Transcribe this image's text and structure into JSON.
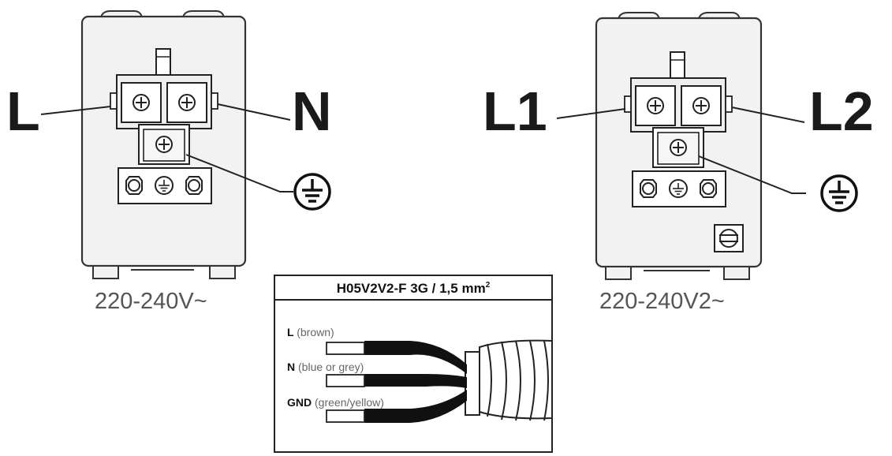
{
  "left_block": {
    "label_left": "L",
    "label_right": "N",
    "voltage": "220-240V~"
  },
  "right_block": {
    "label_left": "L1",
    "label_right": "L2",
    "voltage": "220-240V2~"
  },
  "cable": {
    "title": "H05V2V2-F 3G / 1,5 mm",
    "title_sup": "2",
    "wires": [
      {
        "code": "L",
        "desc": "(brown)"
      },
      {
        "code": "N",
        "desc": "(blue or grey)"
      },
      {
        "code": "GND",
        "desc": "(green/yellow)"
      }
    ]
  },
  "icons": [
    "ground-symbol-icon",
    "screw-terminal-icon",
    "bridge-link-icon"
  ]
}
